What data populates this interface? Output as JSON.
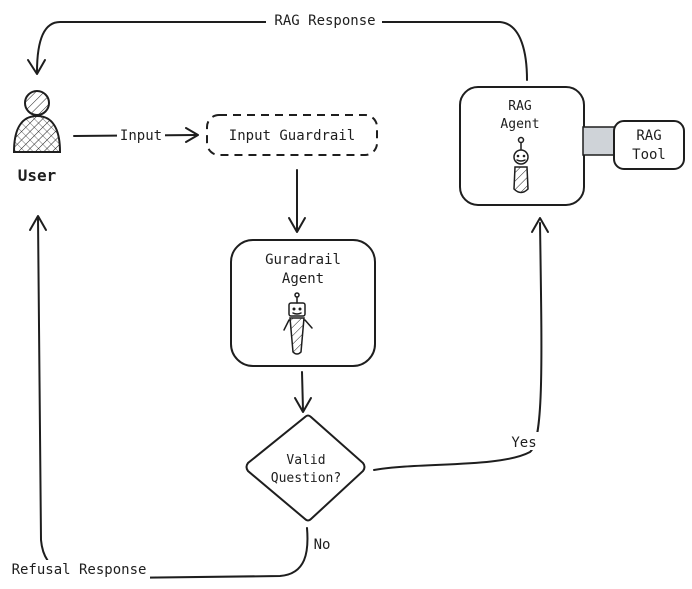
{
  "diagram": {
    "nodes": {
      "user": {
        "label": "User"
      },
      "input_guardrail": {
        "label": "Input Guardrail"
      },
      "guardrail_agent": {
        "label_line1": "Guradrail",
        "label_line2": "Agent"
      },
      "valid_question": {
        "label_line1": "Valid",
        "label_line2": "Question?"
      },
      "rag_agent": {
        "label_line1": "RAG",
        "label_line2": "Agent"
      },
      "rag_tool": {
        "label_line1": "RAG",
        "label_line2": "Tool"
      }
    },
    "edges": {
      "input": "Input",
      "rag_response": "RAG Response",
      "yes": "Yes",
      "no": "No",
      "refusal_response": "Refusal Response"
    }
  }
}
